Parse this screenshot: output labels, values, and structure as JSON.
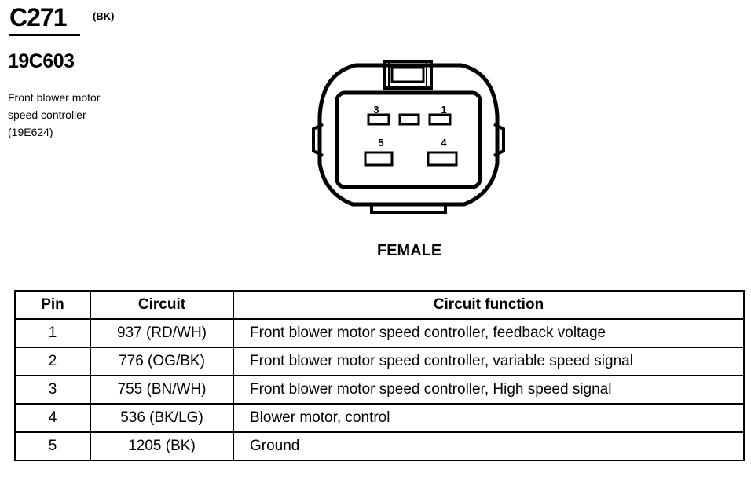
{
  "header": {
    "connector_id": "C271",
    "connector_color": "(BK)",
    "part_number": "19C603",
    "description_lines": [
      "Front blower motor",
      "speed controller",
      "(19E624)"
    ]
  },
  "diagram": {
    "pin_labels": [
      "3",
      "1",
      "5",
      "4"
    ],
    "gender_label": "FEMALE"
  },
  "table": {
    "headers": [
      "Pin",
      "Circuit",
      "Circuit function"
    ],
    "rows": [
      [
        "1",
        "937 (RD/WH)",
        "Front blower motor speed controller, feedback voltage"
      ],
      [
        "2",
        "776 (OG/BK)",
        "Front blower motor speed controller, variable speed signal"
      ],
      [
        "3",
        "755 (BN/WH)",
        "Front blower motor speed controller, High speed signal"
      ],
      [
        "4",
        "536 (BK/LG)",
        "Blower motor, control"
      ],
      [
        "5",
        "1205 (BK)",
        "Ground"
      ]
    ]
  }
}
